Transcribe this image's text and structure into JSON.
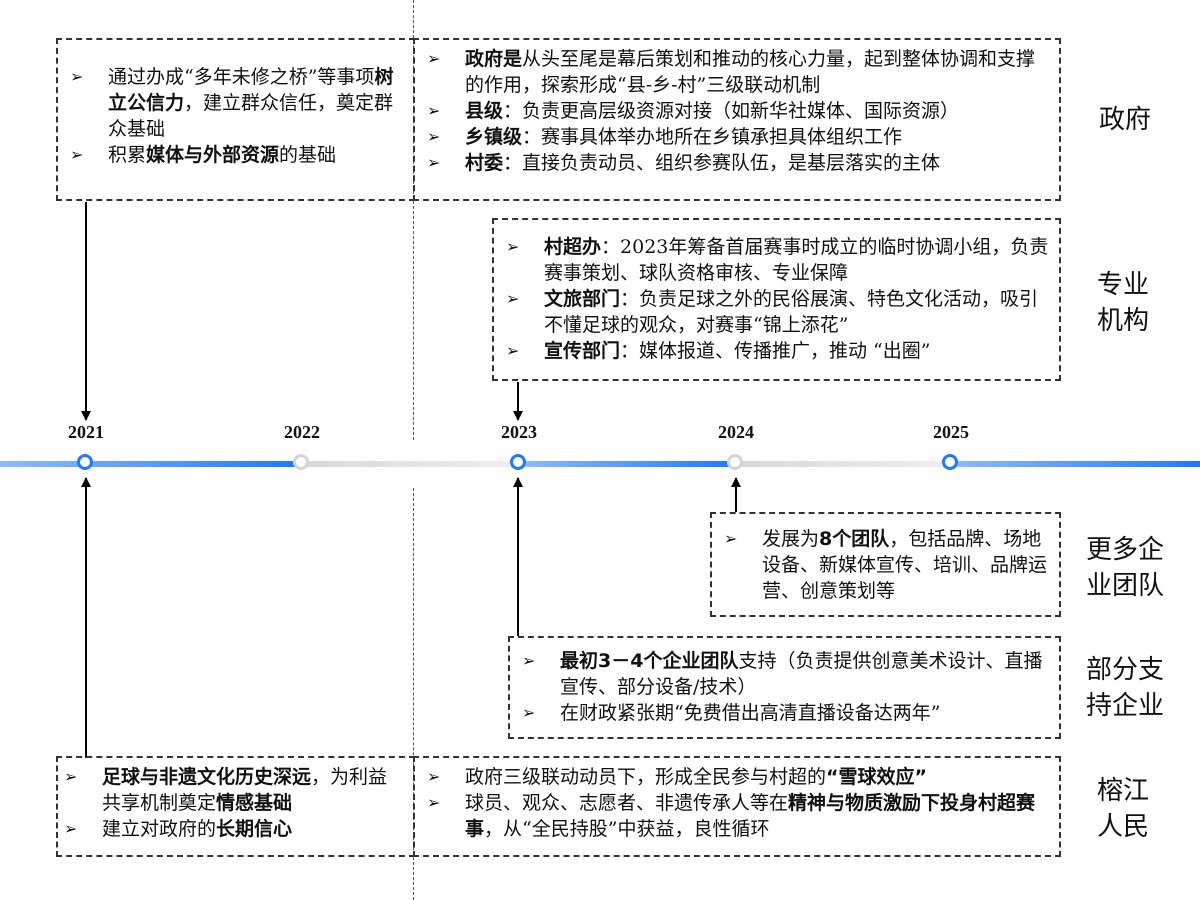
{
  "colors": {
    "active": "#1f78ff",
    "inactive": "#d4d4d4"
  },
  "years": [
    "2021",
    "2022",
    "2023",
    "2024",
    "2025"
  ],
  "labels": {
    "gov": "政府",
    "org": "专业机构",
    "more_teams": "更多企业团队",
    "partial": "部分支持企业",
    "people": "榕江人民"
  },
  "boxes": {
    "gov_2021": [
      [
        {
          "t": "通过办成“多年未修之桥”等事项"
        },
        {
          "t": "树立公信力",
          "b": true
        },
        {
          "t": "，建立群众信任，奠定群众基础"
        }
      ],
      [
        {
          "t": "积累"
        },
        {
          "t": "媒体与外部资源",
          "b": true
        },
        {
          "t": "的基础"
        }
      ]
    ],
    "gov_2023": [
      [
        {
          "t": "政府是",
          "b": true
        },
        {
          "t": "从头至尾是幕后策划和推动的核心力量，起到整体协调和支撑的作用，探索形成“县-乡-村”三级联动机制"
        }
      ],
      [
        {
          "t": "县级",
          "b": true
        },
        {
          "t": "：负责更高层级资源对接（如新华社媒体、国际资源）"
        }
      ],
      [
        {
          "t": "乡镇级",
          "b": true
        },
        {
          "t": "：赛事具体举办地所在乡镇承担具体组织工作"
        }
      ],
      [
        {
          "t": "村委",
          "b": true
        },
        {
          "t": "：直接负责动员、组织参赛队伍，是基层落实的主体"
        }
      ]
    ],
    "org_2023": [
      [
        {
          "t": "村超办",
          "b": true
        },
        {
          "t": "：2023年筹备首届赛事时成立的临时协调小组，负责赛事策划、球队资格审核、专业保障"
        }
      ],
      [
        {
          "t": "文旅部门",
          "b": true
        },
        {
          "t": "：负责足球之外的民俗展演、特色文化活动，吸引不懂足球的观众，对赛事“锦上添花”"
        }
      ],
      [
        {
          "t": "宣传部门",
          "b": true
        },
        {
          "t": "：媒体报道、传播推广，推动 “出圈”"
        }
      ]
    ],
    "teams_2024": [
      [
        {
          "t": "发展为"
        },
        {
          "t": "8个团队",
          "b": true
        },
        {
          "t": "，包括品牌、场地设备、新媒体宣传、培训、品牌运营、创意策划等"
        }
      ]
    ],
    "partial_2023": [
      [
        {
          "t": "最初3－4个企业团队",
          "b": true
        },
        {
          "t": "支持（负责提供创意美术设计、直播宣传、部分设备/技术）"
        }
      ],
      [
        {
          "t": "在财政紧张期“免费借出高清直播设备达两年”"
        }
      ]
    ],
    "people_2021": [
      [
        {
          "t": "足球与非遗文化历史深远",
          "b": true
        },
        {
          "t": "，为利益共享机制奠定"
        },
        {
          "t": "情感基础",
          "b": true
        }
      ],
      [
        {
          "t": "建立对政府的"
        },
        {
          "t": "长期信心",
          "b": true
        }
      ]
    ],
    "people_2023": [
      [
        {
          "t": "政府三级联动动员下，形成全民参与村超的"
        },
        {
          "t": "“雪球效应”",
          "b": true
        }
      ],
      [
        {
          "t": "球员、观众、志愿者、非遗传承人等在"
        },
        {
          "t": "精神与物质激励下投身村超赛事",
          "b": true
        },
        {
          "t": "，从“全民持股”中获益，良性循环"
        }
      ]
    ]
  },
  "bullet": "➢"
}
